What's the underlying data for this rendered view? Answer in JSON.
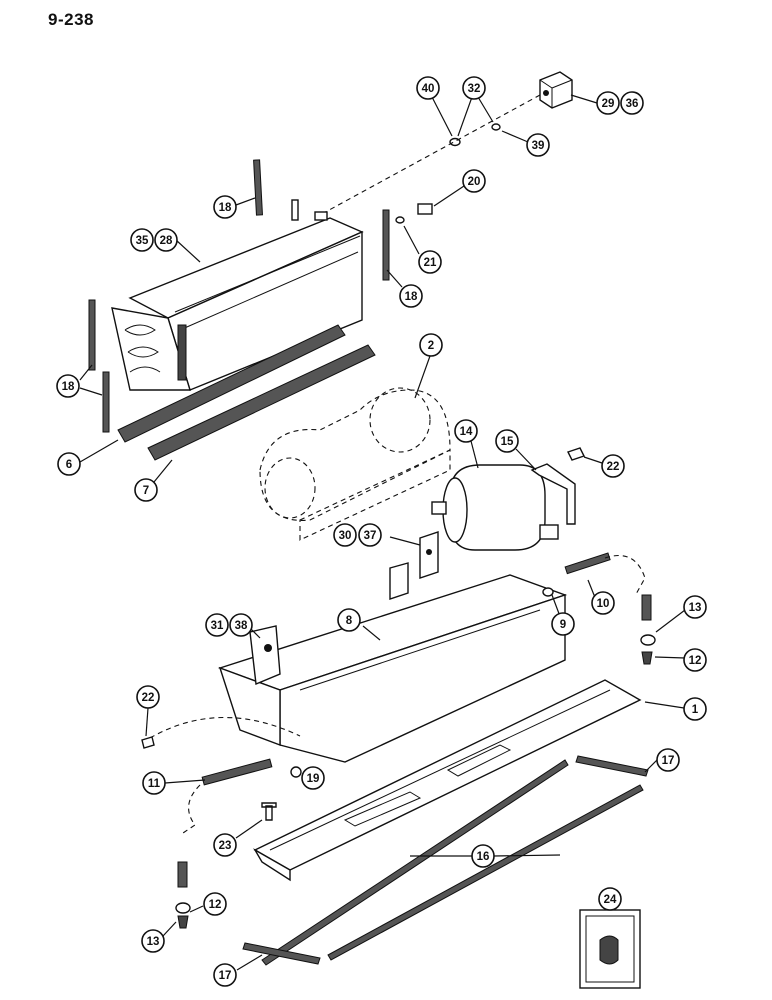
{
  "page_number": "9-238",
  "callouts": {
    "c40": "40",
    "c32": "32",
    "c29": "29",
    "c36": "36",
    "c39": "39",
    "c20": "20",
    "c18a": "18",
    "c35": "35",
    "c28": "28",
    "c21": "21",
    "c18b": "18",
    "c18c": "18",
    "c2": "2",
    "c6": "6",
    "c7": "7",
    "c14": "14",
    "c15": "15",
    "c22a": "22",
    "c30": "30",
    "c37": "37",
    "c10": "10",
    "c9": "9",
    "c13a": "13",
    "c31": "31",
    "c38": "38",
    "c8": "8",
    "c12a": "12",
    "c22b": "22",
    "c1": "1",
    "c11": "11",
    "c19": "19",
    "c17a": "17",
    "c23": "23",
    "c16": "16",
    "c24": "24",
    "c12b": "12",
    "c13b": "13",
    "c17b": "17"
  }
}
